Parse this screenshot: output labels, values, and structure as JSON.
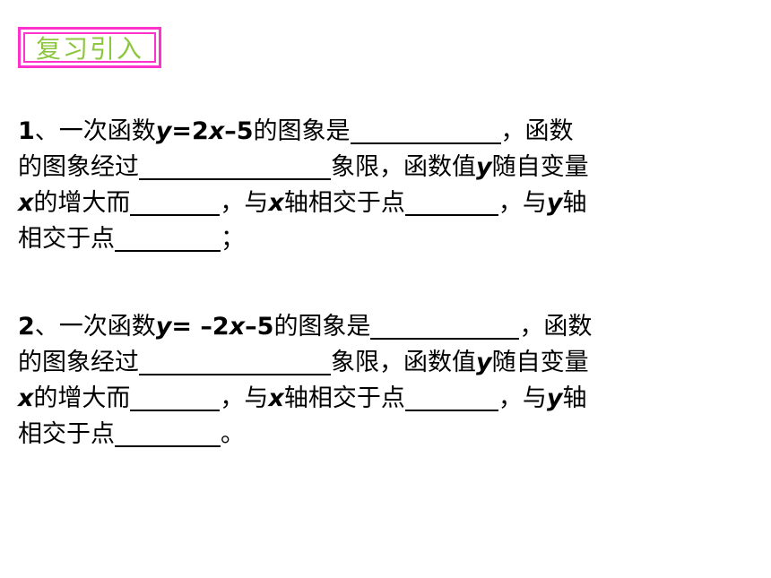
{
  "header": {
    "title": "复习引入"
  },
  "problems": [
    {
      "num": "1",
      "sep": "、",
      "lines": [
        {
          "a": "一次函数",
          "y": "y",
          "eq": "=2",
          "x": "x",
          "tail": "–5",
          "b": "的图象是",
          "c": "，函数"
        },
        {
          "a": "的图象经过",
          "b": "象限，函数值",
          "y": "y",
          "c": "随自变量"
        },
        {
          "x": "x",
          "a": "的增大而",
          "b": "，与",
          "x2": "x",
          "c": "轴相交于点",
          "d": "，与",
          "y": "y",
          "e": "轴"
        },
        {
          "a": "相交于点",
          "end": "；"
        }
      ]
    },
    {
      "num": "2",
      "sep": "、",
      "lines": [
        {
          "a": "一次函数",
          "y": "y",
          "eq": "= –2",
          "x": "x",
          "tail": "–5",
          "b": "的图象是",
          "c": "，函数"
        },
        {
          "a": "的图象经过",
          "b": "象限，函数值",
          "y": "y",
          "c": "随自变量"
        },
        {
          "x": "x",
          "a": "的增大而",
          "b": "，与",
          "x2": "x",
          "c": "轴相交于点",
          "d": "，与",
          "y": "y",
          "e": "轴"
        },
        {
          "a": "相交于点",
          "end": "。"
        }
      ]
    }
  ]
}
